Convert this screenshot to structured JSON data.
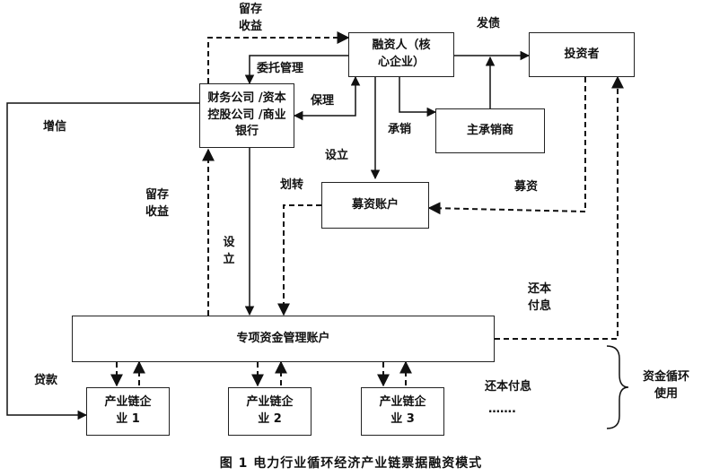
{
  "nodes": {
    "financier": "融资人（核\n心企业）",
    "investor": "投资者",
    "underwriter": "主承销商",
    "finance_company": "财务公司 /资本\n控股公司 /商业\n银行",
    "fundraising_account": "募资账户",
    "special_account": "专项资金管理账户",
    "enterprise_1": "产业链企\n业 1",
    "enterprise_2": "产业链企\n业 2",
    "enterprise_3": "产业链企\n业 3"
  },
  "labels": {
    "retained_top": "留存\n收益",
    "issue_bonds": "发债",
    "entrusted_mgmt": "委托管理",
    "credit_enhance": "增信",
    "factoring": "保理",
    "underwriting": "承销",
    "establish_1": "设立",
    "transfer": "划转",
    "fundraise": "募资",
    "retained_mid": "留存\n收益",
    "establish_2": "设立",
    "repay_right": "还本\n付息",
    "loan": "贷款",
    "repay_bottom": "还本付息",
    "ellipsis": "…….",
    "fund_cycle": "资金循环\n使用"
  },
  "caption": "图 1    电力行业循环经济产业链票据融资模式"
}
